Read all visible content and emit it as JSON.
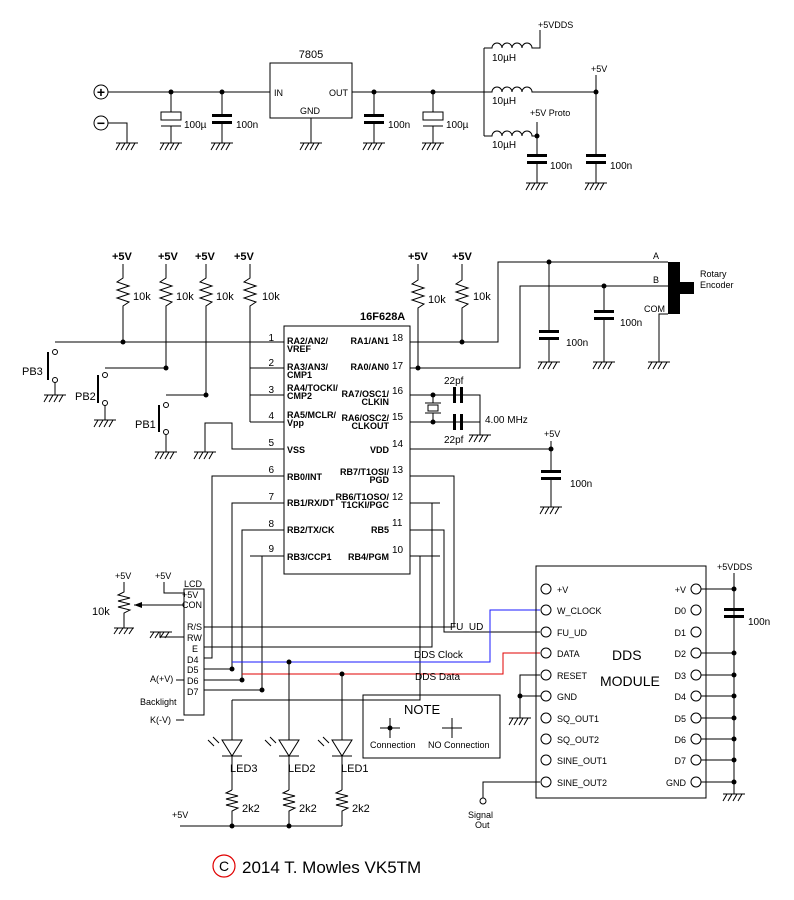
{
  "power": {
    "regulator": "7805",
    "in": "IN",
    "out": "OUT",
    "gnd": "GND",
    "c1": "100µ",
    "c2": "100n",
    "c3": "100n",
    "c4": "100µ",
    "l1": "10µH",
    "l2": "10µH",
    "l3": "10µH",
    "rail_vdds": "+5VDDS",
    "rail_5v": "+5V",
    "rail_proto": "+5V Proto",
    "c5": "100n",
    "c6": "100n",
    "plus_sym": "+",
    "minus_sym": "−"
  },
  "pullups": {
    "supply": "+5V",
    "r": "10k"
  },
  "pic": {
    "name": "16F628A",
    "left_pins": [
      {
        "num": "1",
        "l1": "RA2/AN2/",
        "l2": "VREF"
      },
      {
        "num": "2",
        "l1": "RA3/AN3/",
        "l2": "CMP1"
      },
      {
        "num": "3",
        "l1": "RA4/TOCKI/",
        "l2": "CMP2"
      },
      {
        "num": "4",
        "l1": "RA5/MCLR/",
        "l2": "Vpp"
      },
      {
        "num": "5",
        "l1": "VSS",
        "l2": ""
      },
      {
        "num": "6",
        "l1": "RB0/INT",
        "l2": ""
      },
      {
        "num": "7",
        "l1": "RB1/RX/DT",
        "l2": ""
      },
      {
        "num": "8",
        "l1": "RB2/TX/CK",
        "l2": ""
      },
      {
        "num": "9",
        "l1": "RB3/CCP1",
        "l2": ""
      }
    ],
    "right_pins": [
      {
        "num": "18",
        "l1": "RA1/AN1",
        "l2": ""
      },
      {
        "num": "17",
        "l1": "RA0/AN0",
        "l2": ""
      },
      {
        "num": "16",
        "l1": "RA7/OSC1/",
        "l2": "CLKIN"
      },
      {
        "num": "15",
        "l1": "RA6/OSC2/",
        "l2": "CLKOUT"
      },
      {
        "num": "14",
        "l1": "VDD",
        "l2": ""
      },
      {
        "num": "13",
        "l1": "RB7/T1OSI/",
        "l2": "PGD"
      },
      {
        "num": "12",
        "l1": "RB6/T1OSO/",
        "l2": "T1CKI/PGC"
      },
      {
        "num": "11",
        "l1": "RB5",
        "l2": ""
      },
      {
        "num": "10",
        "l1": "RB4/PGM",
        "l2": ""
      }
    ]
  },
  "buttons": [
    "PB3",
    "PB2",
    "PB1"
  ],
  "osc": {
    "c_top": "22pf",
    "c_bot": "22pf",
    "freq": "4.00 MHz"
  },
  "vdd": {
    "supply": "+5V",
    "cap": "100n"
  },
  "encoder": {
    "name_l1": "Rotary",
    "name_l2": "Encoder",
    "a": "A",
    "b": "B",
    "com": "COM",
    "c1": "100n",
    "c2": "100n"
  },
  "lcd": {
    "title": "LCD",
    "pins": [
      "+5V",
      "CON",
      "R/S",
      "RW",
      "E",
      "D4",
      "D5",
      "D6",
      "D7"
    ],
    "pot": "10k",
    "pot_supply": "+5V",
    "supply": "+5V",
    "backlight": "Backlight",
    "a": "A(+V)",
    "k": "K(-V)"
  },
  "leds": {
    "names": [
      "LED3",
      "LED2",
      "LED1"
    ],
    "r": "2k2",
    "supply": "+5V"
  },
  "nets": {
    "fu_ud": "FU_UD",
    "dds_clock": "DDS Clock",
    "dds_data": "DDS Data"
  },
  "colors": {
    "clock": "#1a1aff",
    "data": "#e00000",
    "note": "#e00000",
    "copyright": "#e00000"
  },
  "dds": {
    "title_l1": "DDS",
    "title_l2": "MODULE",
    "left_pins": [
      "+V",
      "W_CLOCK",
      "FU_UD",
      "DATA",
      "RESET",
      "GND",
      "SQ_OUT1",
      "SQ_OUT2",
      "SINE_OUT1",
      "SINE_OUT2"
    ],
    "right_pins": [
      "+V",
      "D0",
      "D1",
      "D2",
      "D3",
      "D4",
      "D5",
      "D6",
      "D7",
      "GND"
    ],
    "supply": "+5VDDS",
    "cap": "100n"
  },
  "note": {
    "title": "NOTE",
    "conn": "Connection",
    "noconn": "NO Connection"
  },
  "signal_out": {
    "l1": "Signal",
    "l2": "Out"
  },
  "copyright": {
    "symbol": "C",
    "text": "2014 T. Mowles VK5TM"
  }
}
